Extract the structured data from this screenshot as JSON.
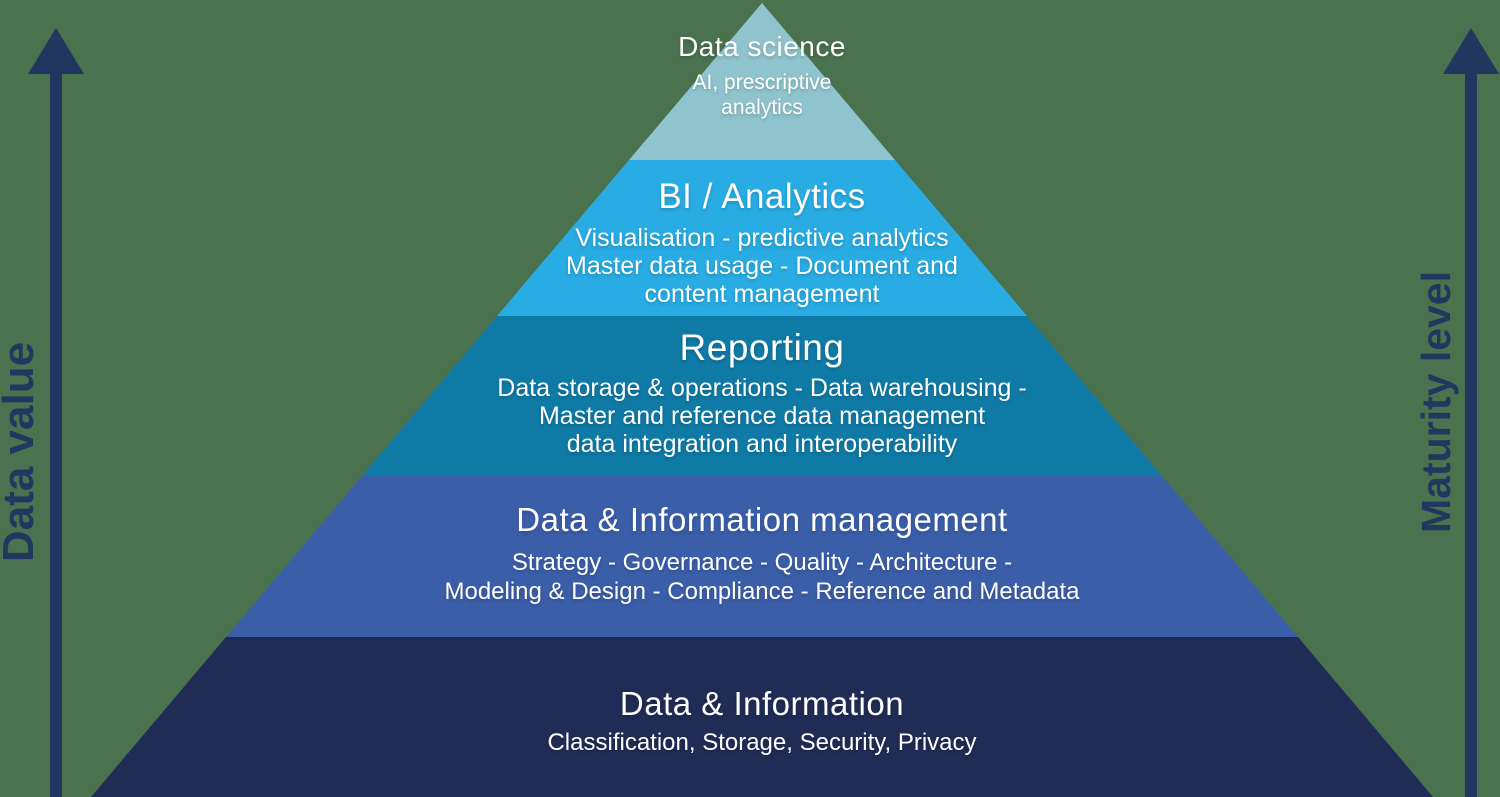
{
  "background_color": "#4A724F",
  "text_color": "#FFFFFF",
  "axis_color": "#21375F",
  "axes": {
    "left": {
      "label": "Data value"
    },
    "right": {
      "label": "Maturity level"
    }
  },
  "pyramid": {
    "layers": [
      {
        "name": "Data science",
        "color": "#8FC3CD",
        "sublines": [
          "AI, prescriptive",
          "analytics"
        ]
      },
      {
        "name": "BI / Analytics",
        "color": "#29ACE3",
        "sublines": [
          "Visualisation - predictive analytics",
          "Master data usage - Document and",
          "content management"
        ]
      },
      {
        "name": "Reporting",
        "color": "#0F7AA6",
        "sublines": [
          "Data storage & operations - Data warehousing -",
          "Master and reference data management",
          "data integration and interoperability"
        ]
      },
      {
        "name": "Data & Information management",
        "color": "#3B5EA9",
        "sublines": [
          "Strategy - Governance - Quality - Architecture -",
          "Modeling & Design - Compliance - Reference and Metadata"
        ]
      },
      {
        "name": "Data & Information",
        "color": "#1F2C55",
        "sublines": [
          "Classification, Storage, Security, Privacy"
        ]
      }
    ]
  }
}
